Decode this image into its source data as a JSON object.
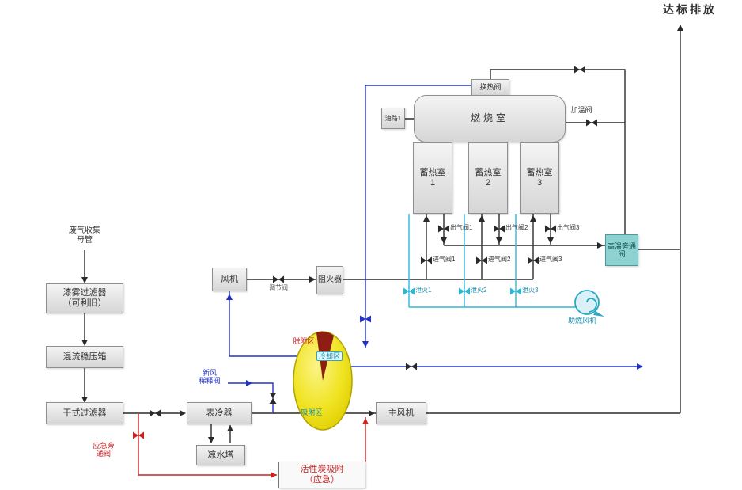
{
  "stack": {
    "label": "达标排放"
  },
  "pretreatment": {
    "collect_line1": "废气收集",
    "collect_line2": "母管",
    "paint_filter_line1": "漆雾过滤器",
    "paint_filter_line2": "（可利旧）",
    "mix_box": "混流稳压箱",
    "dry_filter": "干式过滤器",
    "cooler": "表冷器",
    "cooling_tower": "凉水塔",
    "emergency_bypass": "应急旁通阀",
    "carbon_line1": "活性炭吸附",
    "carbon_line2": "（应急）"
  },
  "wheel": {
    "desorption_zone": "脱附区",
    "cooling_zone": "冷却区",
    "adsorption_zone": "吸附区",
    "fresh_air_line1": "新风",
    "fresh_air_line2": "稀释阀"
  },
  "fans": {
    "desorption_fan": "风机",
    "main_fan": "主风机",
    "combustion_fan": "助燃风机"
  },
  "rto": {
    "combustion_chamber": "燃烧室",
    "heat_exchange_valve": "换热阀",
    "warming_valve": "加温阀",
    "burner": "油路1",
    "flame_arrester": "阻火器",
    "control_valve": "调节阀",
    "hot_bypass": "高温旁通阀",
    "regenerator_name": "蓄热室",
    "regenerator_nums": [
      "1",
      "2",
      "3"
    ],
    "outlet_valves": [
      "出气阀1",
      "出气阀2",
      "出气阀3"
    ],
    "inlet_valves": [
      "进气阀1",
      "进气阀2",
      "进气阀3"
    ],
    "purge_valves": [
      "泄火1",
      "泄火2",
      "泄火3"
    ]
  },
  "colors": {
    "pipe": "#2a2a2a",
    "desorption_blue": "#2233cc",
    "purge_cyan": "#2ab8d8",
    "emergency_red": "#cc2222",
    "teal_accent": "#158fae",
    "wheel_yellow": "#f0e321"
  }
}
